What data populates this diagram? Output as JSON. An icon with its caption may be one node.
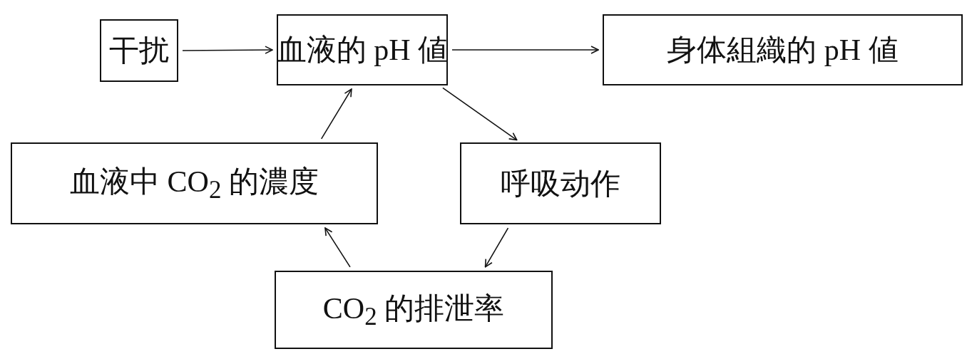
{
  "diagram": {
    "nodes": [
      {
        "text": [
          "干扰"
        ]
      },
      {
        "text": [
          "血液的 pH 値"
        ]
      },
      {
        "text": [
          "身体組織的 pH 値"
        ]
      },
      {
        "text": [
          "血液中 CO$_{2}$ 的濃度"
        ]
      },
      {
        "text": [
          "呼吸动作"
        ]
      },
      {
        "text": [
          "CO$_{2}$ 的排泄率"
        ]
      }
    ],
    "edges": [
      {
        "from": 0,
        "to": 1,
        "arrow": "to"
      },
      {
        "from": 1,
        "to": 2,
        "arrow": "to"
      },
      {
        "from": 3,
        "to": 1,
        "arrow": "to"
      },
      {
        "from": 1,
        "to": 4,
        "arrow": "to"
      },
      {
        "from": 4,
        "to": 5,
        "arrow": "to"
      },
      {
        "from": 5,
        "to": 3,
        "arrow": "to"
      }
    ]
  }
}
